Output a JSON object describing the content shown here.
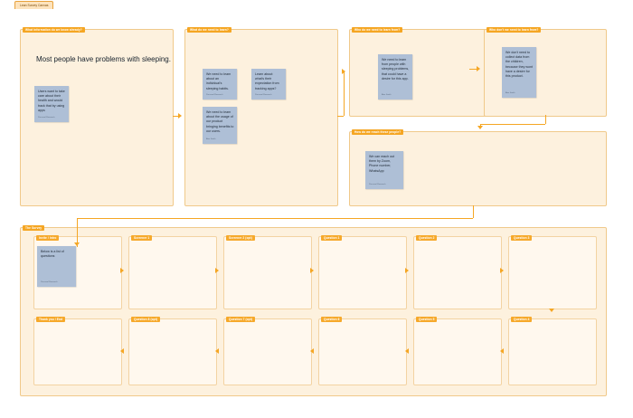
{
  "app": {
    "file_tab": "Lean Survey Canvas",
    "accent": "#f5a623",
    "frame_bg": "#fdf1de",
    "card_bg": "#fff8ee",
    "note_bg": "#aebfd6",
    "border": "#f0c98a"
  },
  "canvas": {
    "headline": "Most people have problems with sleeping.",
    "frames": [
      {
        "id": "know",
        "title": "What information do we know already?"
      },
      {
        "id": "learn",
        "title": "What do we need to learn?"
      },
      {
        "id": "from",
        "title": "Who do we need to learn from?"
      },
      {
        "id": "notfrom",
        "title": "Who don't we need to learn from?"
      },
      {
        "id": "reach",
        "title": "How do we reach these people?"
      },
      {
        "id": "survey",
        "title": "The Survey"
      }
    ],
    "notes": [
      {
        "id": "note-know-1",
        "text": "Users want to take care about their health and would track that by using apps",
        "author": "Personal Research"
      },
      {
        "id": "note-learn-1",
        "text": "We need to learn about an individual's sleeping habits.",
        "author": "Personal Research"
      },
      {
        "id": "note-learn-2",
        "text": "Learn about: what's their expectation from tracking apps?",
        "author": "Personal Research"
      },
      {
        "id": "note-learn-3",
        "text": "We need to learn about the usage of our product bringing benefits to our users.",
        "author": "Alex Smith"
      },
      {
        "id": "note-from-1",
        "text": "We need to learn from people with sleeping problems, that could have a desire for this app.",
        "author": "Alex Smith"
      },
      {
        "id": "note-notfrom-1",
        "text": "We don't need to collect data from the children, because they wont have a desire for this product.",
        "author": "Alex Smith"
      },
      {
        "id": "note-reach-1",
        "text": "We can reach out them by Zoom, Phone number, WhatsApp",
        "author": "Personal Research"
      },
      {
        "id": "note-intro-1",
        "text": "Below is a list of questions",
        "author": "Personal Research"
      }
    ],
    "survey_row_1": [
      {
        "id": "invite",
        "title": "Invite / Intro"
      },
      {
        "id": "screener-1",
        "title": "Screener 1"
      },
      {
        "id": "screener-2",
        "title": "Screener 2 (opt)"
      },
      {
        "id": "question-1",
        "title": "Question 1"
      },
      {
        "id": "question-2",
        "title": "Question 2"
      },
      {
        "id": "question-3",
        "title": "Question 3"
      }
    ],
    "survey_row_2": [
      {
        "id": "thankyou",
        "title": "Thank you / End"
      },
      {
        "id": "question-8",
        "title": "Question 8 (opt)"
      },
      {
        "id": "question-7",
        "title": "Question 7 (opt)"
      },
      {
        "id": "question-6",
        "title": "Question 6"
      },
      {
        "id": "question-5",
        "title": "Question 5"
      },
      {
        "id": "question-4",
        "title": "Question 4"
      }
    ]
  }
}
